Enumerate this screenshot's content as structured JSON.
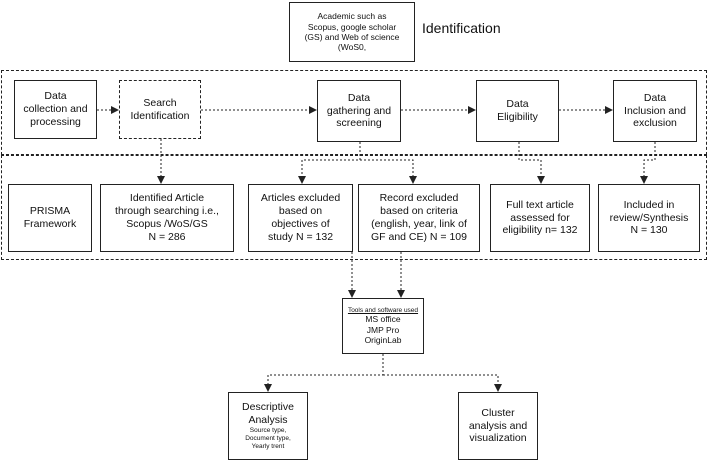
{
  "identification": {
    "source_box": [
      "Academic such as",
      "Scopus, google scholar",
      "(GS) and Web of science",
      "(WoS0,"
    ],
    "label": "Identification"
  },
  "stages": {
    "collection": [
      "Data",
      "collection and",
      "processing"
    ],
    "search": [
      "Search",
      "Identification"
    ],
    "gathering": [
      "Data",
      "gathering and",
      "screening"
    ],
    "eligibility": [
      "Data",
      "Eligibility"
    ],
    "inclusion": [
      "Data",
      "Inclusion and",
      "exclusion"
    ]
  },
  "results": {
    "prisma": [
      "PRISMA",
      "Framework"
    ],
    "identified": [
      "Identified Article",
      "through searching i.e.,",
      "Scopus /WoS/GS",
      "N = 286"
    ],
    "excluded_objectives": [
      "Articles excluded",
      "based on",
      "objectives of",
      "study N = 132"
    ],
    "excluded_criteria": [
      "Record excluded",
      "based on criteria",
      "(english, year, link of",
      "GF and CE) N = 109"
    ],
    "full_text": [
      "Full text article",
      "assessed for",
      "eligibility n= 132"
    ],
    "included": [
      "Included in",
      "review/Synthesis",
      "N = 130"
    ]
  },
  "tools": {
    "heading": "Tools and software used",
    "items": [
      "MS office",
      "JMP Pro",
      "OriginLab"
    ]
  },
  "analysis": {
    "descriptive_title": [
      "Descriptive",
      "Analysis"
    ],
    "descriptive_details": [
      "Source type,",
      "Document type,",
      "Yearly trent"
    ],
    "cluster": [
      "Cluster",
      "analysis and",
      "visualization"
    ]
  }
}
